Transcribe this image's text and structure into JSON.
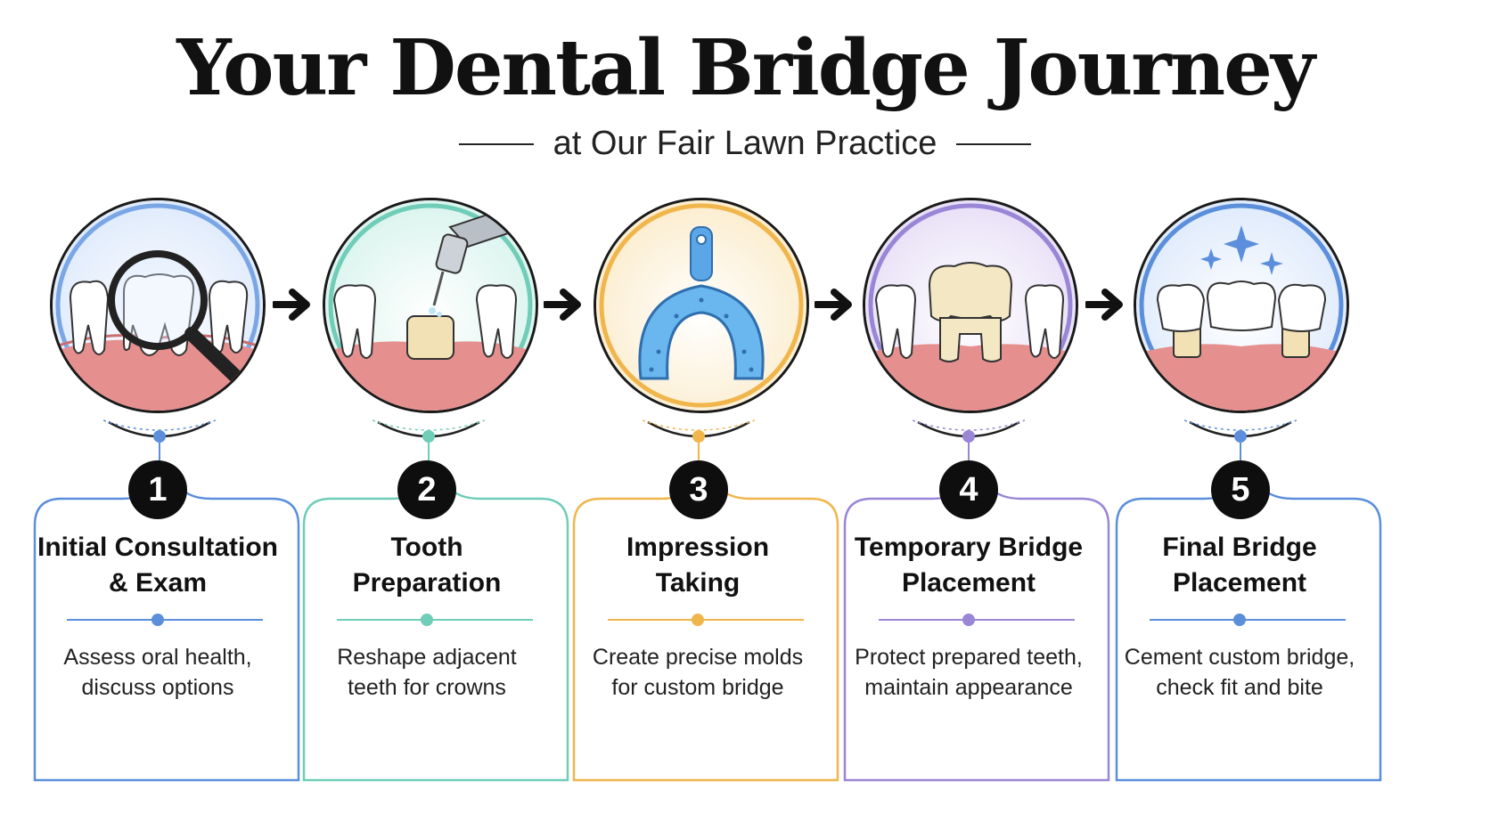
{
  "header": {
    "title": "Your Dental Bridge Journey",
    "subtitle": "at Our Fair Lawn Practice"
  },
  "steps": [
    {
      "number": "1",
      "title_line1": "Initial Consultation",
      "title_line2": "& Exam",
      "desc_line1": "Assess oral health,",
      "desc_line2": "discuss options",
      "accent": "#5b8fdc",
      "icon": "magnifying-glass-teeth-icon"
    },
    {
      "number": "2",
      "title_line1": "Tooth",
      "title_line2": "Preparation",
      "desc_line1": "Reshape adjacent",
      "desc_line2": "teeth for crowns",
      "accent": "#6fcdb8",
      "icon": "dental-drill-tooth-icon"
    },
    {
      "number": "3",
      "title_line1": "Impression",
      "title_line2": "Taking",
      "desc_line1": "Create precise molds",
      "desc_line2": "for custom bridge",
      "accent": "#f0b64c",
      "icon": "impression-tray-icon"
    },
    {
      "number": "4",
      "title_line1": "Temporary Bridge",
      "title_line2": "Placement",
      "desc_line1": "Protect prepared teeth,",
      "desc_line2": "maintain appearance",
      "accent": "#9a86d6",
      "icon": "temporary-bridge-icon"
    },
    {
      "number": "5",
      "title_line1": "Final Bridge",
      "title_line2": "Placement",
      "desc_line1": "Cement custom bridge,",
      "desc_line2": "check fit and bite",
      "accent": "#5b8fdc",
      "icon": "final-bridge-sparkle-icon"
    }
  ]
}
